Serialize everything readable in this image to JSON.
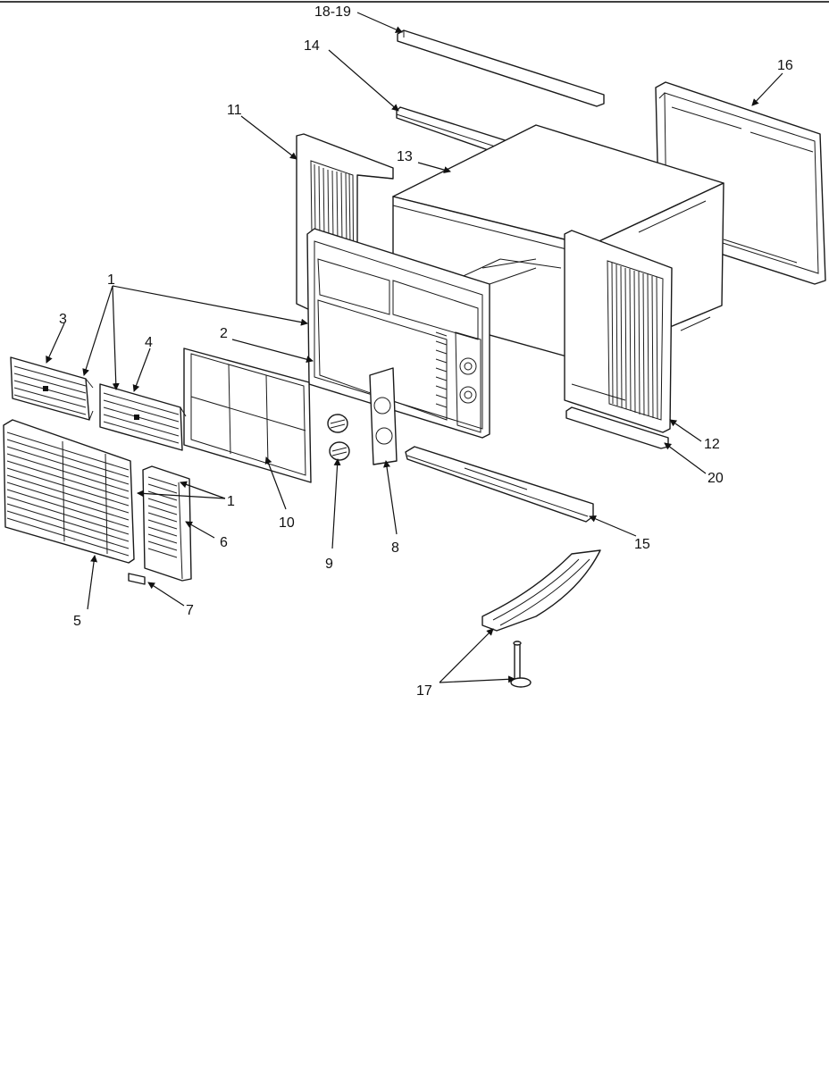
{
  "callouts": {
    "c18_19": "18-19",
    "c14": "14",
    "c16": "16",
    "c11": "11",
    "c13": "13",
    "c1a": "1",
    "c3": "3",
    "c4": "4",
    "c2": "2",
    "c1b": "1",
    "c6": "6",
    "c12": "12",
    "c20": "20",
    "c10": "10",
    "c9": "9",
    "c8": "8",
    "c15": "15",
    "c5": "5",
    "c7": "7",
    "c17": "17"
  }
}
